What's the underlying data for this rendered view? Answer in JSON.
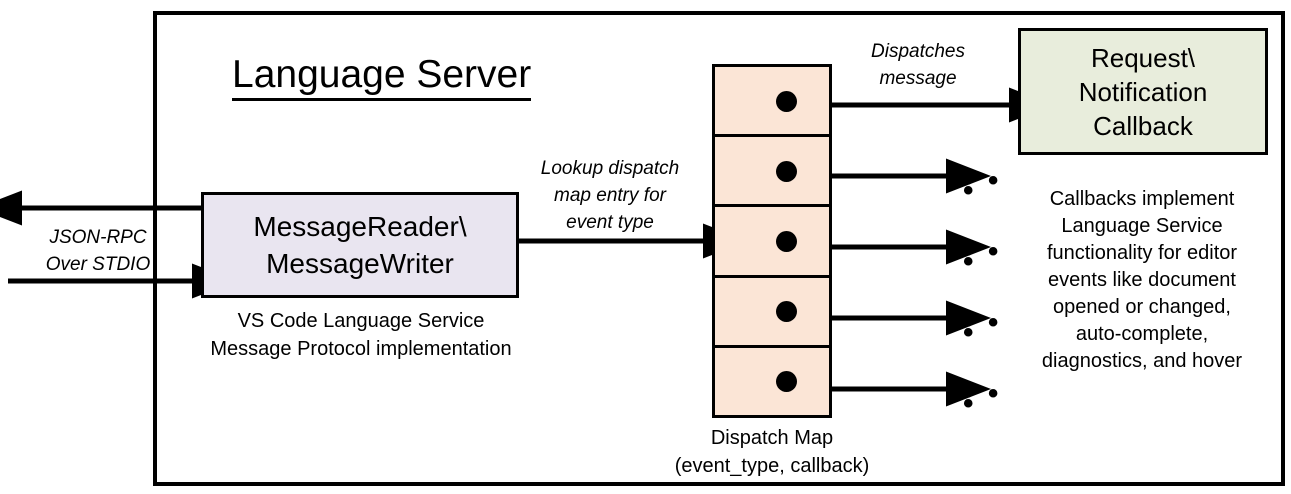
{
  "diagram": {
    "title": "Language Server",
    "outer_border_color": "#000000",
    "background": "#ffffff"
  },
  "external_io": {
    "label_line1": "JSON-RPC",
    "label_line2": "Over STDIO",
    "outbound_arrow": "arrow-left-out",
    "inbound_arrow": "arrow-right-in"
  },
  "message_box": {
    "line1": "MessageReader\\",
    "line2": "MessageWriter",
    "fill": "#E9E5F0",
    "caption_line1": "VS Code Language Service",
    "caption_line2": "Message Protocol implementation"
  },
  "lookup_arrow": {
    "label_line1": "Lookup dispatch",
    "label_line2": "map entry for",
    "label_line3": "event type"
  },
  "dispatch_map": {
    "fill": "#FBE5D6",
    "caption_line1": "Dispatch Map",
    "caption_line2": "(event_type, callback)",
    "rows": [
      {
        "id": "row-1",
        "marker": "callback-dot",
        "out": "dispatches-to-callback"
      },
      {
        "id": "row-2",
        "marker": "callback-dot",
        "out": "..."
      },
      {
        "id": "row-3",
        "marker": "callback-dot",
        "out": "..."
      },
      {
        "id": "row-4",
        "marker": "callback-dot",
        "out": "..."
      },
      {
        "id": "row-5",
        "marker": "callback-dot",
        "out": "..."
      }
    ],
    "ellipsis": "• • •"
  },
  "dispatch_arrow": {
    "label_line1": "Dispatches",
    "label_line2": "message"
  },
  "callback_box": {
    "line1": "Request\\",
    "line2": "Notification",
    "line3": "Callback",
    "fill": "#E8EDDC",
    "caption_line1": "Callbacks implement",
    "caption_line2": "Language Service",
    "caption_line3": "functionality for editor",
    "caption_line4": "events like document",
    "caption_line5": "opened or changed,",
    "caption_line6": "auto-complete,",
    "caption_line7": "diagnostics, and hover"
  }
}
